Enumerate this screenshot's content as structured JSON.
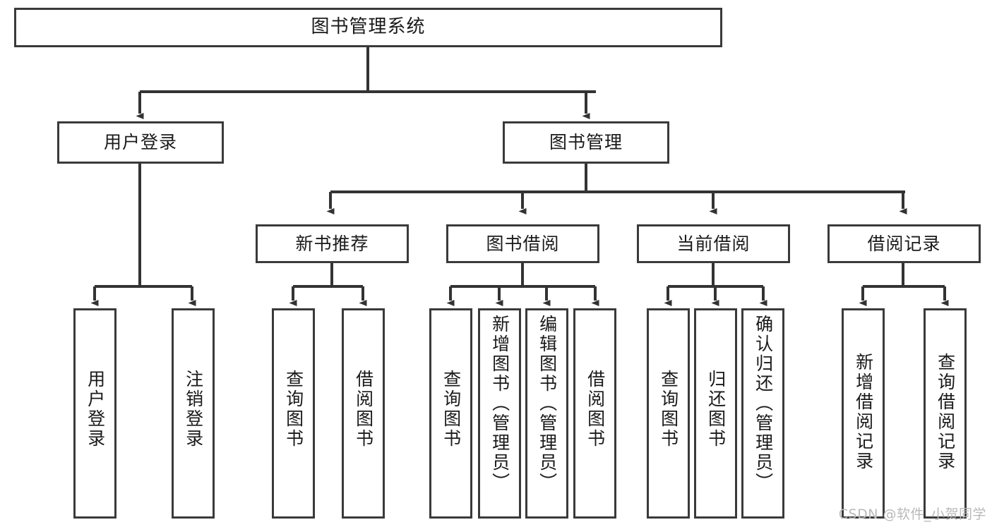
{
  "diagram": {
    "type": "tree-hierarchy",
    "title": "图书管理系统",
    "watermark": "CSDN @软件_小贺同学",
    "colors": {
      "box_border": "#3a3a3a",
      "box_fill": "#ffffff",
      "edge": "#333333",
      "text": "#1a1a1a",
      "watermark": "#b9b9b9"
    },
    "levels": [
      {
        "level": 1,
        "nodes": [
          {
            "id": "root",
            "label": "图书管理系统",
            "orientation": "horizontal"
          }
        ]
      },
      {
        "level": 2,
        "nodes": [
          {
            "id": "login",
            "label": "用户登录",
            "orientation": "horizontal",
            "parent": "root"
          },
          {
            "id": "bookmgmt",
            "label": "图书管理",
            "orientation": "horizontal",
            "parent": "root"
          }
        ]
      },
      {
        "level": 3,
        "nodes": [
          {
            "id": "newbook",
            "label": "新书推荐",
            "orientation": "horizontal",
            "parent": "bookmgmt"
          },
          {
            "id": "borrow",
            "label": "图书借阅",
            "orientation": "horizontal",
            "parent": "bookmgmt"
          },
          {
            "id": "current",
            "label": "当前借阅",
            "orientation": "horizontal",
            "parent": "bookmgmt"
          },
          {
            "id": "records",
            "label": "借阅记录",
            "orientation": "horizontal",
            "parent": "bookmgmt"
          }
        ]
      },
      {
        "level": 4,
        "nodes": [
          {
            "id": "leaf-1",
            "label": "用户登录",
            "orientation": "vertical",
            "parent": "login"
          },
          {
            "id": "leaf-2",
            "label": "注销登录",
            "orientation": "vertical",
            "parent": "login"
          },
          {
            "id": "leaf-3",
            "label": "查询图书",
            "orientation": "vertical",
            "parent": "newbook"
          },
          {
            "id": "leaf-4",
            "label": "借阅图书",
            "orientation": "vertical",
            "parent": "newbook"
          },
          {
            "id": "leaf-5",
            "label": "查询图书",
            "orientation": "vertical",
            "parent": "borrow"
          },
          {
            "id": "leaf-6",
            "label": "新增图书（管理员）",
            "orientation": "vertical",
            "parent": "borrow"
          },
          {
            "id": "leaf-7",
            "label": "编辑图书（管理员）",
            "orientation": "vertical",
            "parent": "borrow"
          },
          {
            "id": "leaf-8",
            "label": "借阅图书",
            "orientation": "vertical",
            "parent": "borrow"
          },
          {
            "id": "leaf-9",
            "label": "查询图书",
            "orientation": "vertical",
            "parent": "current"
          },
          {
            "id": "leaf-10",
            "label": "归还图书",
            "orientation": "vertical",
            "parent": "current"
          },
          {
            "id": "leaf-11",
            "label": "确认归还（管理员）",
            "orientation": "vertical",
            "parent": "current"
          },
          {
            "id": "leaf-12",
            "label": "新增借阅记录",
            "orientation": "vertical",
            "parent": "records"
          },
          {
            "id": "leaf-13",
            "label": "查询借阅记录",
            "orientation": "vertical",
            "parent": "records"
          }
        ]
      }
    ]
  }
}
